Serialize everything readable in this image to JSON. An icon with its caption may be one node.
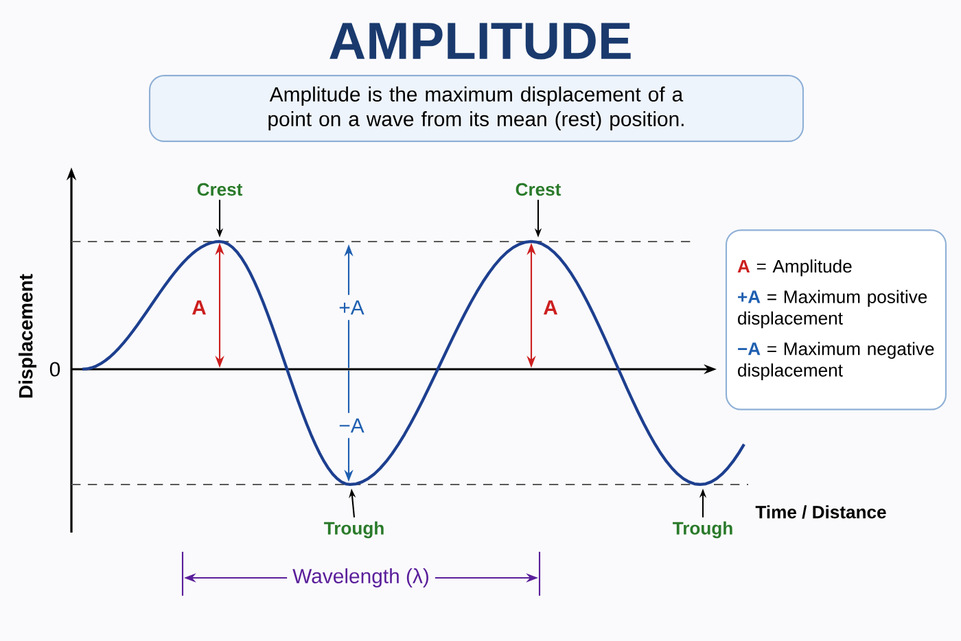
{
  "diagram": {
    "title": "AMPLITUDE",
    "nodes": [
      {
        "text": [
          "Amplitude is the maximum displacement of a point on a wave from its mean (rest) position."
        ]
      },
      {
        "text": [
          "Crest"
        ]
      },
      {
        "text": [
          "Crest"
        ]
      },
      {
        "text": [
          "Trough"
        ]
      },
      {
        "text": [
          "Trough"
        ]
      },
      {
        "text": [
          "A",
          "= Amplitude",
          "+A",
          "= Maximum positive displacement",
          "−A",
          "= Maximum negative displacement"
        ]
      }
    ],
    "edges": [
      {
        "from": 1,
        "to": null,
        "arrow": "to"
      },
      {
        "from": 2,
        "to": null,
        "arrow": "to"
      },
      {
        "from": 3,
        "to": null,
        "arrow": "to"
      },
      {
        "from": 4,
        "to": null,
        "arrow": "to"
      }
    ],
    "labels": [
      "A",
      "+A",
      "A",
      "0",
      "Displacement",
      "−A",
      "Time / Distance",
      "Wavelength (λ)"
    ]
  }
}
